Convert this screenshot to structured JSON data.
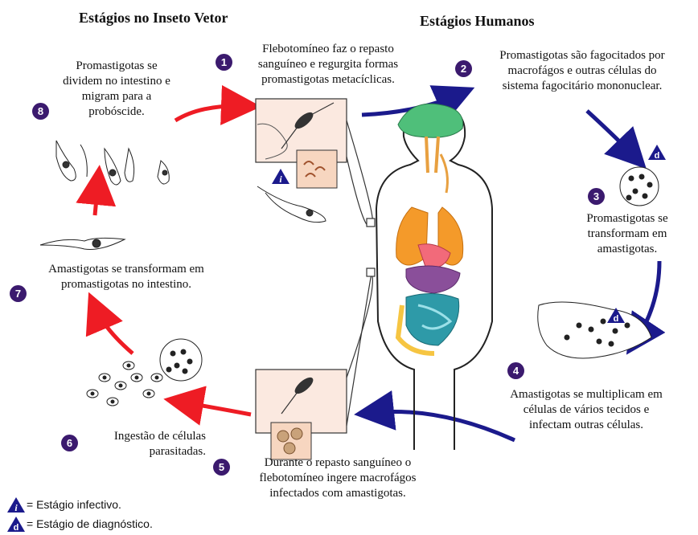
{
  "headers": {
    "insect": "Estágios no Inseto Vetor",
    "human": "Estágios Humanos"
  },
  "steps": [
    {
      "num": "1",
      "lines": [
        "Flebotomíneo faz o repasto",
        "sanguíneo e regurgita formas",
        "promastigotas metacíclicas."
      ]
    },
    {
      "num": "2",
      "lines": [
        "Promastigotas são fagocitados por",
        "macrofágos e outras células do",
        "sistema fagocitário mononuclear."
      ]
    },
    {
      "num": "3",
      "lines": [
        "Promastigotas se",
        "transformam em",
        "amastigotas."
      ]
    },
    {
      "num": "4",
      "lines": [
        "Amastigotas se multiplicam em",
        "células de vários tecidos e",
        "infectam outras células."
      ]
    },
    {
      "num": "5",
      "lines": [
        "Durante o repasto sanguíneo o",
        "flebotomíneo ingere macrofágos",
        "infectados com amastigotas."
      ]
    },
    {
      "num": "6",
      "lines": [
        "Ingestão de células",
        "parasitadas."
      ]
    },
    {
      "num": "7",
      "lines": [
        "Amastigotas se transformam em",
        "promastigotas no intestino."
      ]
    },
    {
      "num": "8",
      "lines": [
        "Promastigotas se",
        "dividem no intestino e",
        "migram para a",
        "probóscide."
      ]
    }
  ],
  "legend": {
    "infective_symbol": "i",
    "infective_label": "= Estágio infectivo.",
    "diagnostic_symbol": "d",
    "diagnostic_label": "= Estágio de diagnóstico."
  },
  "colors": {
    "insect_arrows": "#ee1c24",
    "human_arrows": "#1b1a8c",
    "step_badge": "#3b1a6e",
    "legend_triangle": "#1b1a8c"
  }
}
